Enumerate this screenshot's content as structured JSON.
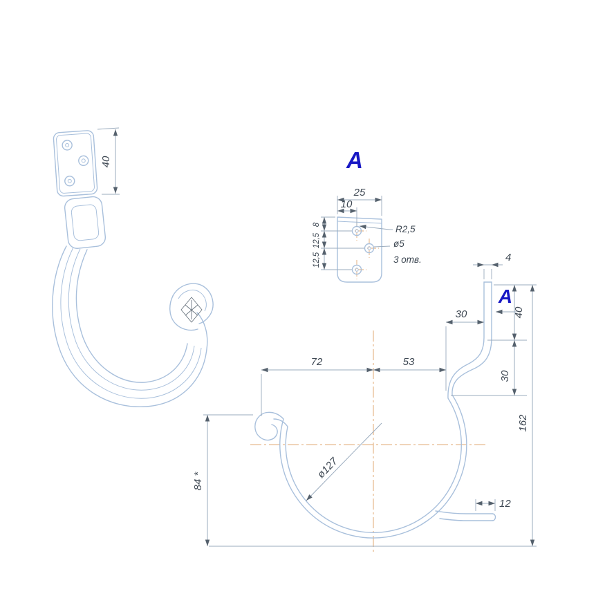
{
  "colors": {
    "background": "#ffffff",
    "part_line": "#a9c0dc",
    "dimension_line": "#9aabbd",
    "arrow": "#55616d",
    "dimension_text": "#3d4752",
    "centerline": "#e2a873",
    "view_label": "#1818c4"
  },
  "perspective_view": {
    "dim_40": "40"
  },
  "detail_view": {
    "label": "A",
    "dim_25": "25",
    "dim_10": "10",
    "dim_8": "8",
    "dim_12_5_upper": "12,5",
    "dim_12_5_lower": "12,5",
    "callout_radius": "R2,5",
    "callout_diameter": "ø5",
    "callout_holes": "3 отв."
  },
  "profile_view": {
    "label": "A",
    "dim_4": "4",
    "dim_30_top": "30",
    "dim_72": "72",
    "dim_53": "53",
    "dim_40": "40",
    "dim_30_right": "30",
    "dim_162": "162",
    "dim_12": "12",
    "dim_84": "84 *",
    "dim_diameter": "ø127"
  }
}
